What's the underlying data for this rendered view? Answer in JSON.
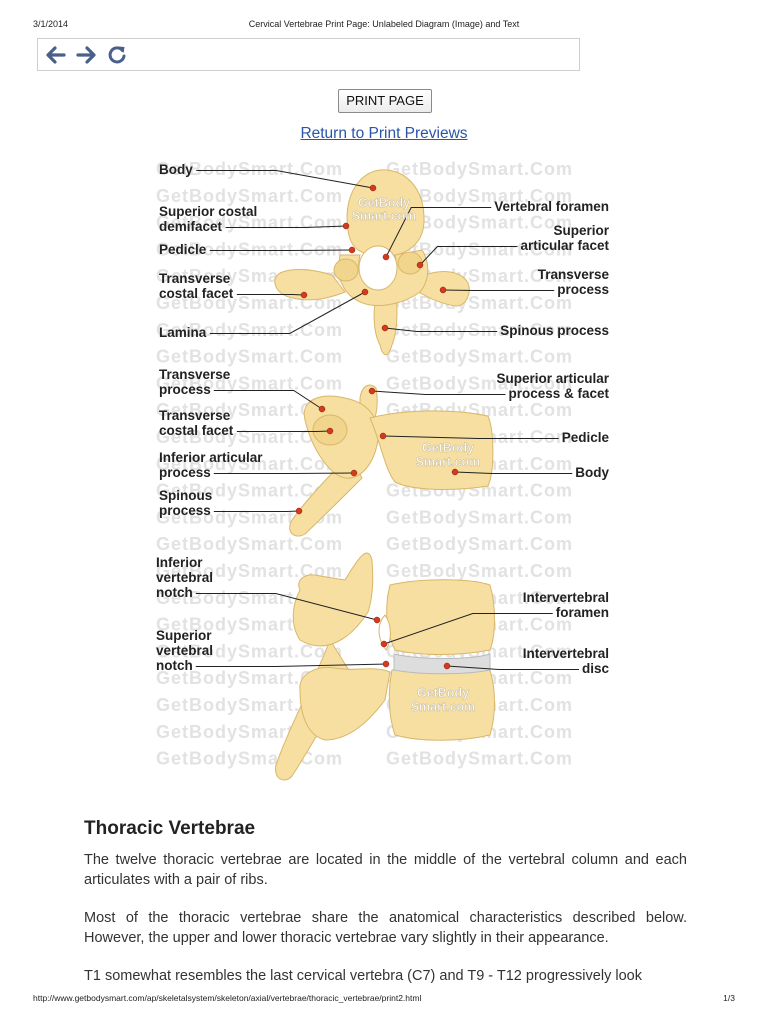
{
  "print_header": {
    "date": "3/1/2014",
    "title": "Cervical Vertebrae Print Page: Unlabeled Diagram (Image) and Text"
  },
  "nav": {
    "back_icon": "arrow-left-icon",
    "forward_icon": "arrow-right-icon",
    "reload_icon": "reload-icon",
    "icon_color": "#4a5f8c"
  },
  "print_button": "PRINT PAGE",
  "return_link": "Return to Print Previews",
  "diagram": {
    "watermark": "GetBodySmart.Com",
    "logo_line1": "GetBody",
    "logo_line2": "Smart.com",
    "bone_color": "#f6dfa0",
    "marker_color": "#d43a1e",
    "top_view": [
      {
        "id": "body",
        "text": [
          "Body"
        ]
      },
      {
        "id": "superior-costal-demifacet",
        "text": [
          "Superior costal",
          "demifacet"
        ]
      },
      {
        "id": "pedicle",
        "text": [
          "Pedicle"
        ]
      },
      {
        "id": "transverse-costal-facet",
        "text": [
          "Transverse",
          "costal facet"
        ]
      },
      {
        "id": "lamina",
        "text": [
          "Lamina"
        ]
      },
      {
        "id": "vertebral-foramen",
        "text": [
          "Vertebral foramen"
        ]
      },
      {
        "id": "superior-articular-facet",
        "text": [
          "Superior",
          "articular facet"
        ]
      },
      {
        "id": "transverse-process",
        "text": [
          "Transverse",
          "process"
        ]
      },
      {
        "id": "spinous-process",
        "text": [
          "Spinous process"
        ]
      }
    ],
    "side_view": [
      {
        "id": "transverse-process",
        "text": [
          "Transverse",
          "process"
        ]
      },
      {
        "id": "transverse-costal-facet",
        "text": [
          "Transverse",
          "costal facet"
        ]
      },
      {
        "id": "inferior-articular-process",
        "text": [
          "Inferior articular",
          "process"
        ]
      },
      {
        "id": "spinous-process",
        "text": [
          "Spinous",
          "process"
        ]
      },
      {
        "id": "superior-articular-process",
        "text": [
          "Superior articular",
          "process & facet"
        ]
      },
      {
        "id": "pedicle",
        "text": [
          "Pedicle"
        ]
      },
      {
        "id": "body",
        "text": [
          "Body"
        ]
      }
    ],
    "stacked_view": [
      {
        "id": "inferior-vertebral-notch",
        "text": [
          "Inferior",
          "vertebral",
          "notch"
        ]
      },
      {
        "id": "superior-vertebral-notch",
        "text": [
          "Superior",
          "vertebral",
          "notch"
        ]
      },
      {
        "id": "intervertebral-foramen",
        "text": [
          "Intervertebral",
          "foramen"
        ]
      },
      {
        "id": "intervertebral-disc",
        "text": [
          "Intervertebral",
          "disc"
        ]
      }
    ]
  },
  "content": {
    "heading": "Thoracic Vertebrae",
    "paragraphs": [
      "The twelve thoracic vertebrae are located in the middle of the vertebral column and each articulates with a pair of ribs.",
      "Most of the thoracic vertebrae share the anatomical characteristics described below. However, the upper and lower thoracic vertebrae vary slightly in their appearance.",
      "T1 somewhat resembles the last cervical vertebra (C7) and T9 - T12 progressively look"
    ]
  },
  "print_footer": {
    "url": "http://www.getbodysmart.com/ap/skeletalsystem/skeleton/axial/vertebrae/thoracic_vertebrae/print2.html",
    "page": "1/3"
  }
}
